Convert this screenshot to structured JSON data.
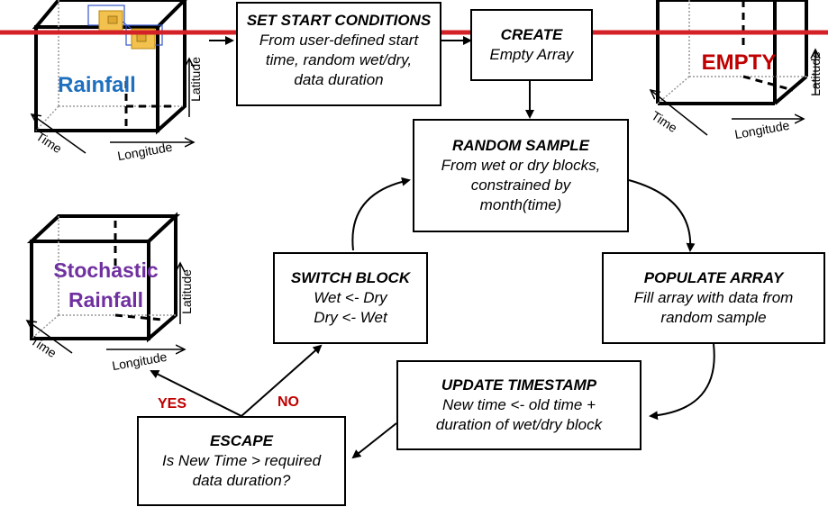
{
  "colors": {
    "rainfall_label": "#1f6fbf",
    "empty_label": "#c00000",
    "stochastic_label": "#7030a0",
    "branch_label": "#c00000",
    "red_line": "#d42027",
    "sample_blocks": "#f2c14e"
  },
  "cubes": {
    "rainfall": {
      "label": "Rainfall",
      "time": "Time",
      "longitude": "Longitude",
      "latitude": "Latitude"
    },
    "empty": {
      "label": "EMPTY",
      "time": "Time",
      "longitude": "Longitude",
      "latitude": "Latitude"
    },
    "stochastic": {
      "label_line1": "Stochastic",
      "label_line2": "Rainfall",
      "time": "Time",
      "longitude": "Longitude",
      "latitude": "Latitude"
    }
  },
  "boxes": {
    "start": {
      "title": "SET START CONDITIONS",
      "line1": "From user-defined start",
      "line2": "time, random wet/dry,",
      "line3": "data duration"
    },
    "create": {
      "title": "CREATE",
      "line1": "Empty Array"
    },
    "sample": {
      "title": "RANDOM SAMPLE",
      "line1": "From wet or dry blocks,",
      "line2": "constrained by",
      "line3": "month(time)"
    },
    "switch": {
      "title": "SWITCH BLOCK",
      "line1": "Wet <- Dry",
      "line2": "Dry <- Wet"
    },
    "populate": {
      "title": "POPULATE ARRAY",
      "line1": "Fill array with data from",
      "line2": "random sample"
    },
    "update": {
      "title": "UPDATE TIMESTAMP",
      "line1": "New time <- old time +",
      "line2": "duration of wet/dry block"
    },
    "escape": {
      "title": "ESCAPE",
      "line1": "Is New Time > required",
      "line2": "data duration?"
    }
  },
  "branches": {
    "yes": "YES",
    "no": "NO"
  }
}
